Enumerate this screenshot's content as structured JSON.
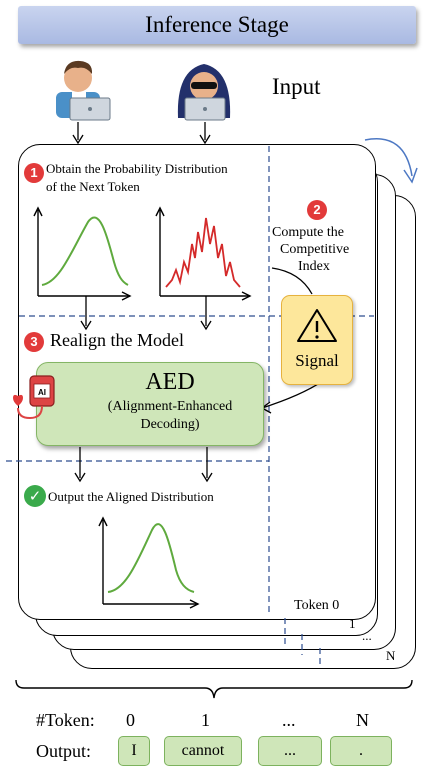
{
  "header": {
    "title": "Inference Stage"
  },
  "input": {
    "label": "Input"
  },
  "steps": {
    "step1": {
      "number": "1",
      "text_line1": "Obtain the Probability Distribution",
      "text_line2": "of  the Next Token"
    },
    "step2": {
      "number": "2",
      "text_line1": "Compute the",
      "text_line2": "Competitive",
      "text_line3": "Index"
    },
    "step3": {
      "number": "3",
      "text": "Realign the Model"
    },
    "step4": {
      "text": "Output the Aligned Distribution"
    }
  },
  "signal": {
    "label": "Signal"
  },
  "aed": {
    "title": "AED",
    "subtitle_line1": "(Alignment-Enhanced",
    "subtitle_line2": "Decoding)"
  },
  "stack": {
    "token0": "Token 0",
    "token1": "1",
    "ellipsis": "...",
    "tokenN": "N"
  },
  "token_row": {
    "label": "#Token:",
    "values": [
      "0",
      "1",
      "...",
      "N"
    ]
  },
  "output_row": {
    "label": "Output:",
    "tokens": [
      "I",
      "cannot",
      "...",
      "."
    ]
  },
  "colors": {
    "curve_benign": "#5faa3e",
    "curve_attack": "#d42a2a",
    "aed_fill": "#cfe6b9",
    "signal_fill": "#fde79b",
    "badge_red": "#e23a3a",
    "check_green": "#3aaa4b",
    "divider_blue": "#2d4d8f"
  }
}
